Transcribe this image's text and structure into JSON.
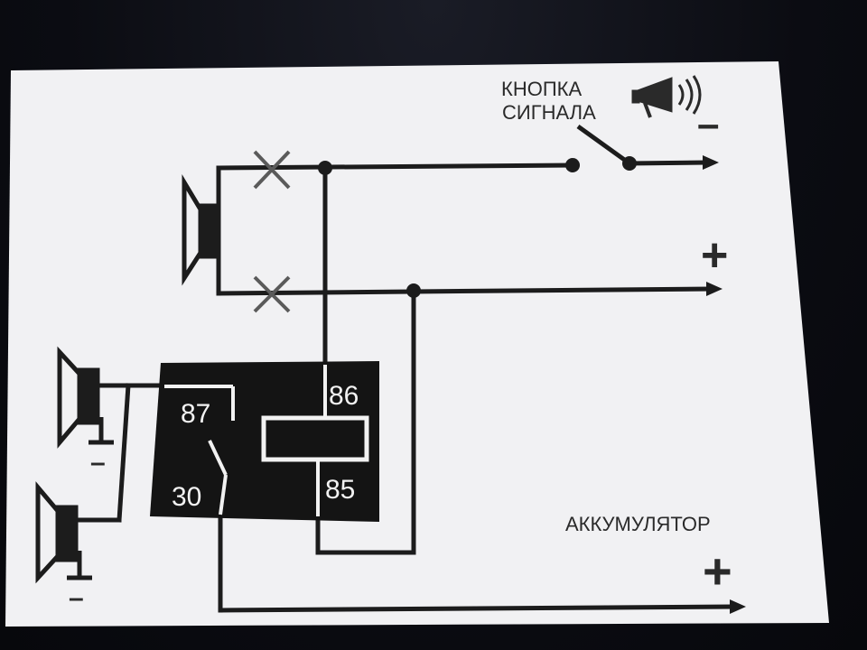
{
  "diagram": {
    "horn_button_line1": "КНОПКА",
    "horn_button_line2": "СИГНАЛА",
    "minus_sign": "–",
    "plus_sign": "+",
    "battery_label": "АККУМУЛЯТОР",
    "battery_plus": "+",
    "relay_pins": {
      "pin87": "87",
      "pin30": "30",
      "pin86": "86",
      "pin85": "85"
    },
    "ground_minus": "–"
  },
  "colors": {
    "paper": "#f1f1f3",
    "ink": "#1c1c1c",
    "cross": "#5a5a5a",
    "background": "#0d0f16"
  },
  "icons": [
    "speaker-icon",
    "megaphone-icon",
    "ground-icon",
    "relay-icon"
  ]
}
